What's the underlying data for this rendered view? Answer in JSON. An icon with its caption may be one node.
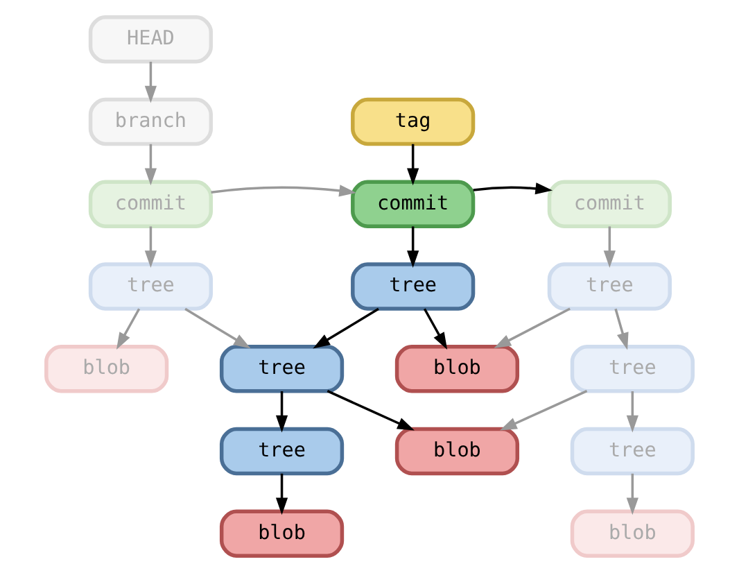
{
  "diagram": {
    "nodes": [
      {
        "text": [
          "HEAD"
        ]
      },
      {
        "text": [
          "branch"
        ]
      },
      {
        "text": [
          "tag"
        ]
      },
      {
        "text": [
          "commit"
        ]
      },
      {
        "text": [
          "commit"
        ]
      },
      {
        "text": [
          "commit"
        ]
      },
      {
        "text": [
          "tree"
        ]
      },
      {
        "text": [
          "tree"
        ]
      },
      {
        "text": [
          "tree"
        ]
      },
      {
        "text": [
          "tree"
        ]
      },
      {
        "text": [
          "blob"
        ]
      },
      {
        "text": [
          "tree"
        ]
      },
      {
        "text": [
          "blob"
        ]
      },
      {
        "text": [
          "tree"
        ]
      },
      {
        "text": [
          "blob"
        ]
      },
      {
        "text": [
          "tree"
        ]
      },
      {
        "text": [
          "blob"
        ]
      },
      {
        "text": [
          "blob"
        ]
      }
    ],
    "edges": [
      {
        "from": 0,
        "to": 1,
        "arrow": "to"
      },
      {
        "from": 1,
        "to": 5,
        "arrow": "to"
      },
      {
        "from": 2,
        "to": 4,
        "arrow": "to",
        "color": "#000000"
      },
      {
        "from": 4,
        "to": 3,
        "arrow": "to",
        "color": "#000000"
      },
      {
        "from": 5,
        "to": 4,
        "arrow": "to"
      },
      {
        "from": 3,
        "to": 6,
        "arrow": "to"
      },
      {
        "from": 4,
        "to": 7,
        "arrow": "to",
        "color": "#000000"
      },
      {
        "from": 5,
        "to": 8,
        "arrow": "to"
      },
      {
        "from": 6,
        "to": 9,
        "arrow": "to"
      },
      {
        "from": 6,
        "to": 10,
        "arrow": "to"
      },
      {
        "from": 7,
        "to": 10,
        "arrow": "to",
        "color": "#000000"
      },
      {
        "from": 7,
        "to": 11,
        "arrow": "to",
        "color": "#000000"
      },
      {
        "from": 8,
        "to": 11,
        "arrow": "to"
      },
      {
        "from": 8,
        "to": 12,
        "arrow": "to"
      },
      {
        "from": 9,
        "to": 13,
        "arrow": "to"
      },
      {
        "from": 9,
        "to": 14,
        "arrow": "to"
      },
      {
        "from": 11,
        "to": 14,
        "arrow": "to",
        "color": "#000000"
      },
      {
        "from": 11,
        "to": 15,
        "arrow": "to",
        "color": "#000000"
      },
      {
        "from": 13,
        "to": 16,
        "arrow": "to"
      },
      {
        "from": 15,
        "to": 17,
        "arrow": "to",
        "color": "#000000"
      }
    ]
  }
}
